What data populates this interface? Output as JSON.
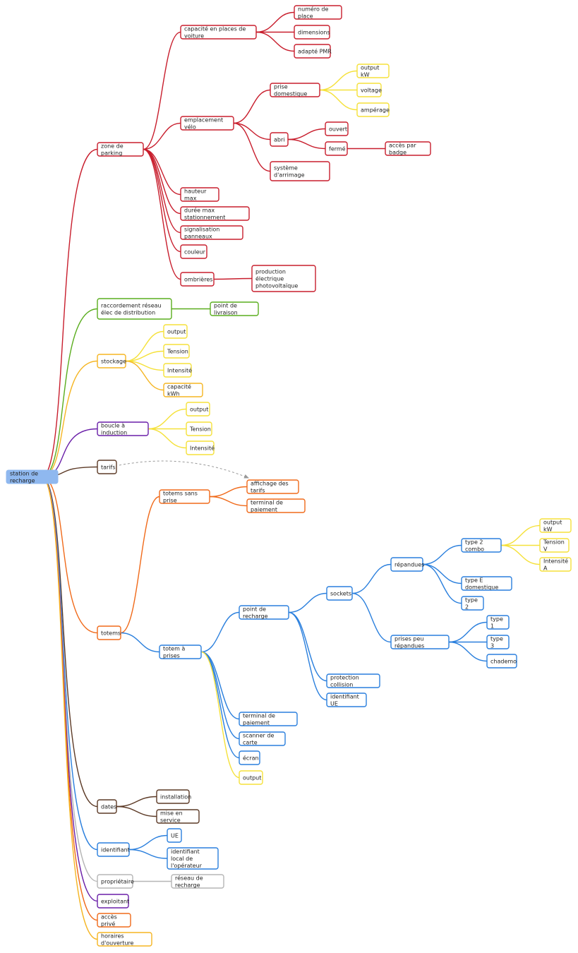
{
  "root": {
    "label": "station de recharge",
    "color": "#8fb8ef"
  },
  "branches": [
    {
      "label": "zone de parking",
      "color": "#c81e2d",
      "children": [
        {
          "label": "capacité en places de voiture",
          "children": [
            {
              "label": "numéro de place"
            },
            {
              "label": "dimensions"
            },
            {
              "label": "adapté PMR"
            }
          ]
        },
        {
          "label": "emplacement vélo",
          "children": [
            {
              "label": "prise domestique",
              "children": [
                {
                  "label": "output kW",
                  "color": "#f5e13a"
                },
                {
                  "label": "voltage",
                  "color": "#f5e13a"
                },
                {
                  "label": "ampérage",
                  "color": "#f5e13a"
                }
              ]
            },
            {
              "label": "abri",
              "children": [
                {
                  "label": "ouvert"
                },
                {
                  "label": "fermé",
                  "children": [
                    {
                      "label": "accès par badge"
                    }
                  ]
                }
              ]
            },
            {
              "label": "système d'arrimage"
            }
          ]
        },
        {
          "label": "hauteur max"
        },
        {
          "label": "durée max stationnement"
        },
        {
          "label": "signalisation panneaux"
        },
        {
          "label": "couleur"
        },
        {
          "label": "ombrières",
          "children": [
            {
              "label": "production électrique photovoltaïque"
            }
          ]
        }
      ]
    },
    {
      "label": "raccordement réseau élec de distribution",
      "color": "#5aad1e",
      "children": [
        {
          "label": "point de livraison"
        }
      ]
    },
    {
      "label": "stockage",
      "color": "#f5b522",
      "children": [
        {
          "label": "output",
          "color": "#f5e13a"
        },
        {
          "label": "Tension",
          "color": "#f5e13a"
        },
        {
          "label": "Intensité",
          "color": "#f5e13a"
        },
        {
          "label": "capacité kWh"
        }
      ]
    },
    {
      "label": "boucle à induction",
      "color": "#6a1fa8",
      "children": [
        {
          "label": "output",
          "color": "#f5e13a"
        },
        {
          "label": "Tension",
          "color": "#f5e13a"
        },
        {
          "label": "Intensité",
          "color": "#f5e13a"
        }
      ]
    },
    {
      "label": "tarifs",
      "color": "#5c3a26"
    },
    {
      "label": "totems",
      "color": "#f06a1a",
      "children": [
        {
          "label": "totems sans prise",
          "children": [
            {
              "label": "affichage des tarifs"
            },
            {
              "label": "terminal de paiement"
            }
          ]
        },
        {
          "label": "totem à prises",
          "color": "#2a7fdd",
          "children": [
            {
              "label": "point de recharge",
              "children": [
                {
                  "label": "sockets",
                  "children": [
                    {
                      "label": "répandues",
                      "children": [
                        {
                          "label": "type 2 combo",
                          "children": [
                            {
                              "label": "output kW",
                              "color": "#f5e13a"
                            },
                            {
                              "label": "Tension V",
                              "color": "#f5e13a"
                            },
                            {
                              "label": "Intensité A",
                              "color": "#f5e13a"
                            }
                          ]
                        },
                        {
                          "label": "type E domestique"
                        },
                        {
                          "label": "type 2"
                        }
                      ]
                    },
                    {
                      "label": "prises peu répandues",
                      "children": [
                        {
                          "label": "type 1"
                        },
                        {
                          "label": "type 3"
                        },
                        {
                          "label": "chademo"
                        }
                      ]
                    }
                  ]
                },
                {
                  "label": "protection collision"
                },
                {
                  "label": "identifiant UE"
                }
              ]
            },
            {
              "label": "terminal de paiement"
            },
            {
              "label": "scanner de carte"
            },
            {
              "label": "écran"
            },
            {
              "label": "output",
              "color": "#f5e13a"
            }
          ]
        }
      ]
    },
    {
      "label": "dates",
      "color": "#5c3a26",
      "children": [
        {
          "label": "installation"
        },
        {
          "label": "mise en service"
        }
      ]
    },
    {
      "label": "identifiant",
      "color": "#2a7fdd",
      "children": [
        {
          "label": "UE"
        },
        {
          "label": "identifiant local de l'opérateur"
        }
      ]
    },
    {
      "label": "propriétaire",
      "color": "#b5b5b5",
      "children": [
        {
          "label": "réseau de recharge"
        }
      ]
    },
    {
      "label": "exploitant",
      "color": "#6a1fa8"
    },
    {
      "label": "accès privé",
      "color": "#f06a1a"
    },
    {
      "label": "horaires d'ouverture",
      "color": "#f5b522"
    }
  ],
  "relationship": {
    "from": "tarifs",
    "to": "affichage des tarifs",
    "color": "#999999"
  }
}
